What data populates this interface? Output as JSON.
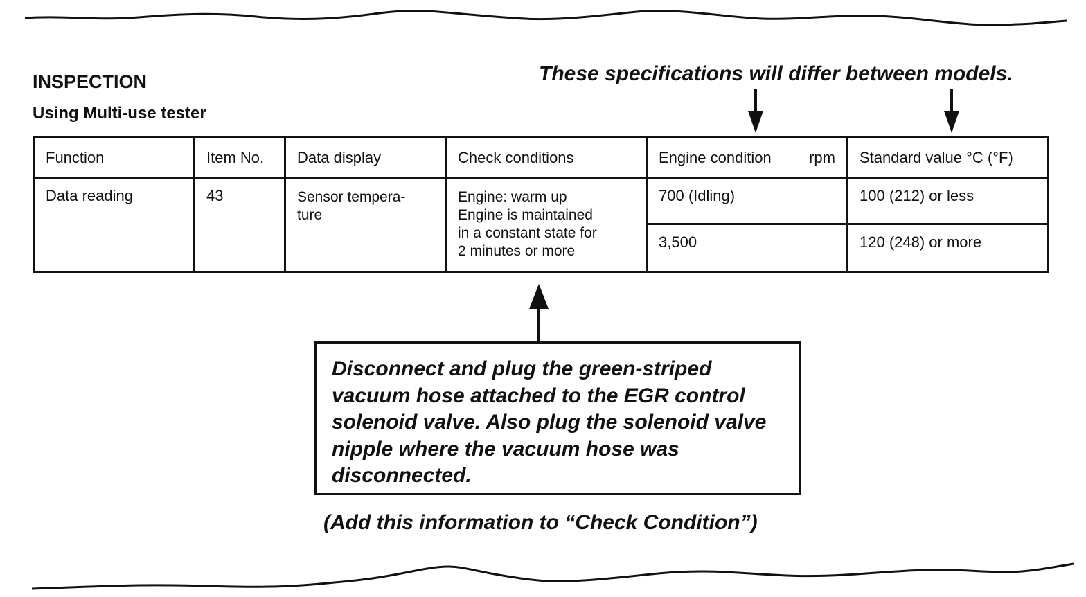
{
  "headings": {
    "section": "INSPECTION",
    "subsection": "Using Multi-use tester"
  },
  "notes": {
    "top": "These specifications will differ between models.",
    "callout": "Disconnect and plug the green-striped vacuum hose attached to the EGR control solenoid valve. Also plug the solenoid valve nipple where the vacuum hose was disconnected.",
    "bottom": "(Add this information to “Check Condition”)"
  },
  "table": {
    "headers": {
      "function": "Function",
      "item_no": "Item No.",
      "data_display": "Data display",
      "check_conditions": "Check conditions",
      "engine_condition": "Engine condition",
      "engine_condition_unit": "rpm",
      "standard_value": "Standard value °C (°F)"
    },
    "row": {
      "function": "Data reading",
      "item_no": "43",
      "data_display": "Sensor tempera-\nture",
      "check_conditions": "Engine: warm up\nEngine is maintained\nin a constant state for\n2 minutes or more",
      "conditions": [
        {
          "engine_condition": "700 (Idling)",
          "standard_value": "100 (212) or less"
        },
        {
          "engine_condition": "3,500",
          "standard_value": "120 (248) or more"
        }
      ]
    }
  },
  "colors": {
    "ink": "#111111",
    "paper": "#ffffff"
  }
}
